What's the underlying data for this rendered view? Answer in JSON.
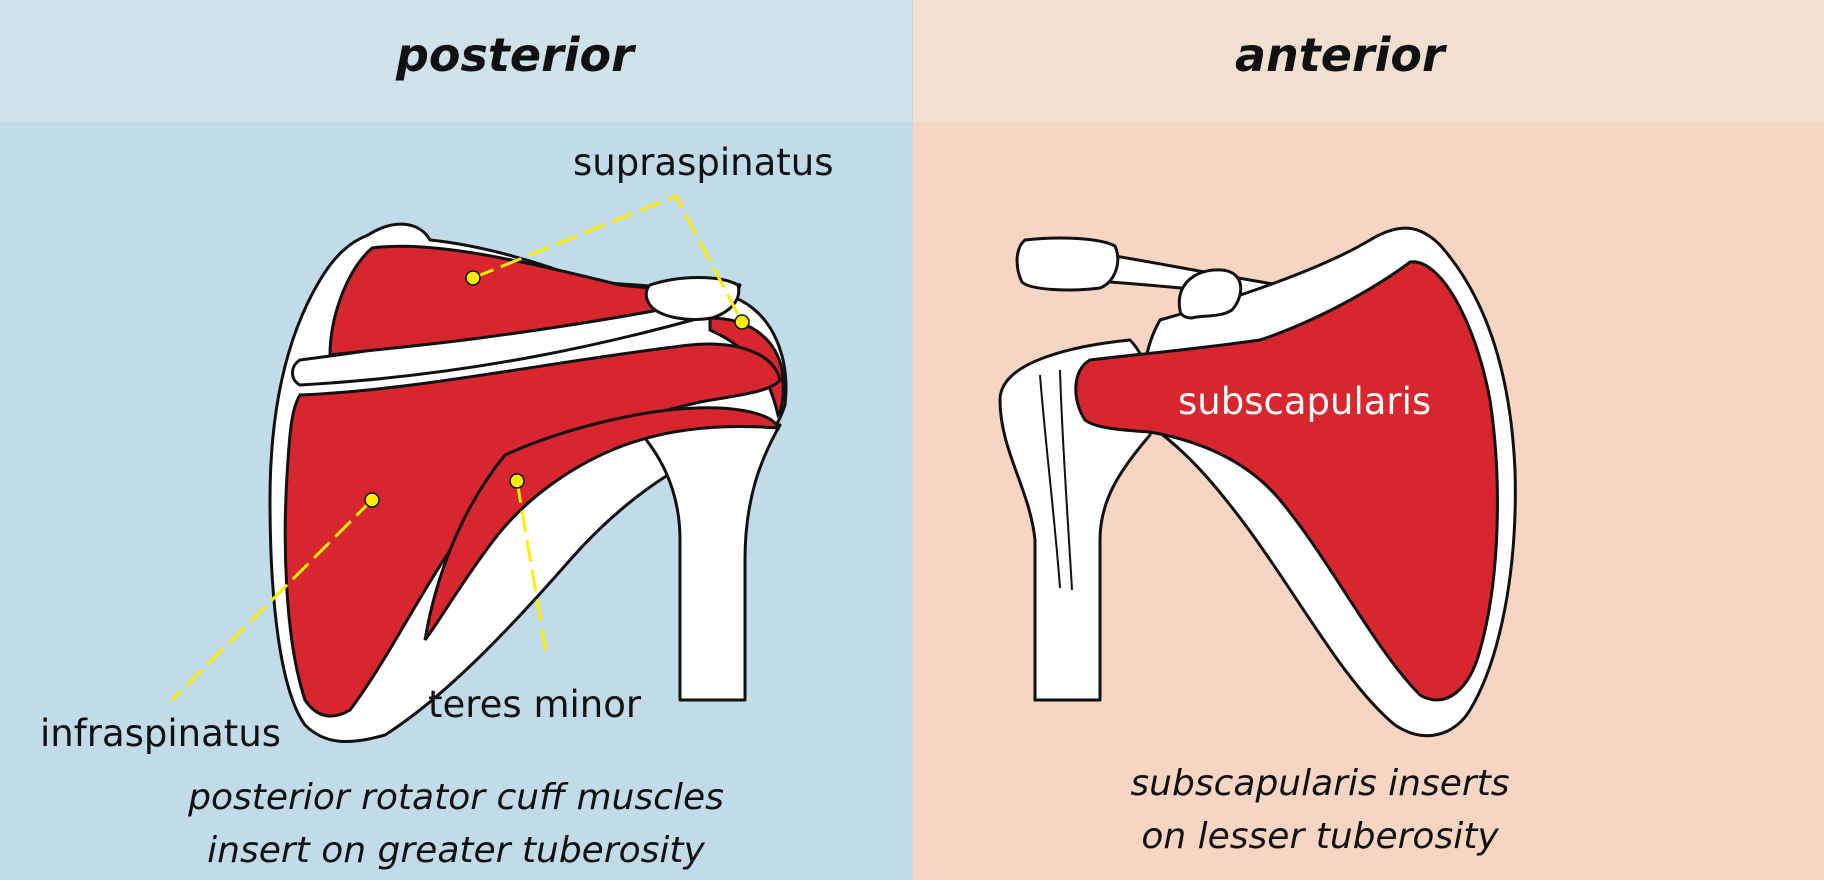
{
  "colors": {
    "posterior_header": "#cfe1e9",
    "posterior_panel": "#c2dbe8",
    "anterior_header": "#f1dfd0",
    "anterior_panel": "#f6d5c2",
    "muscle": "#d7262d",
    "bone": "#ffffff",
    "outline": "#111111",
    "pointer": "#ffee00"
  },
  "posterior": {
    "title": "posterior",
    "labels": {
      "supraspinatus": "supraspinatus",
      "infraspinatus": "infraspinatus",
      "teres_minor": "teres minor"
    },
    "caption_line1": "posterior rotator cuff muscles",
    "caption_line2": "insert on greater tuberosity"
  },
  "anterior": {
    "title": "anterior",
    "labels": {
      "subscapularis": "subscapularis"
    },
    "caption_line1": "subscapularis inserts",
    "caption_line2": "on lesser tuberosity"
  }
}
